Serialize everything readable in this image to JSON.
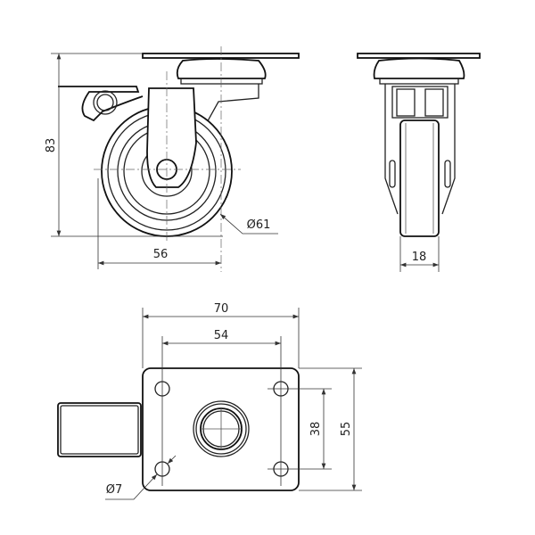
{
  "title": "Swivel caster with brake - dimension drawing",
  "views": {
    "side": {
      "height_label": "83",
      "wheel_diameter_label": "Ø61",
      "offset_label": "56"
    },
    "front": {
      "wheel_width_label": "18"
    },
    "bottom": {
      "plate_width_label": "70",
      "hole_spacing_x_label": "54",
      "hole_spacing_y_label": "38",
      "plate_length_label": "55",
      "hole_diameter_label": "Ø7"
    }
  },
  "colors": {
    "line": "#222222",
    "background": "#ffffff"
  }
}
